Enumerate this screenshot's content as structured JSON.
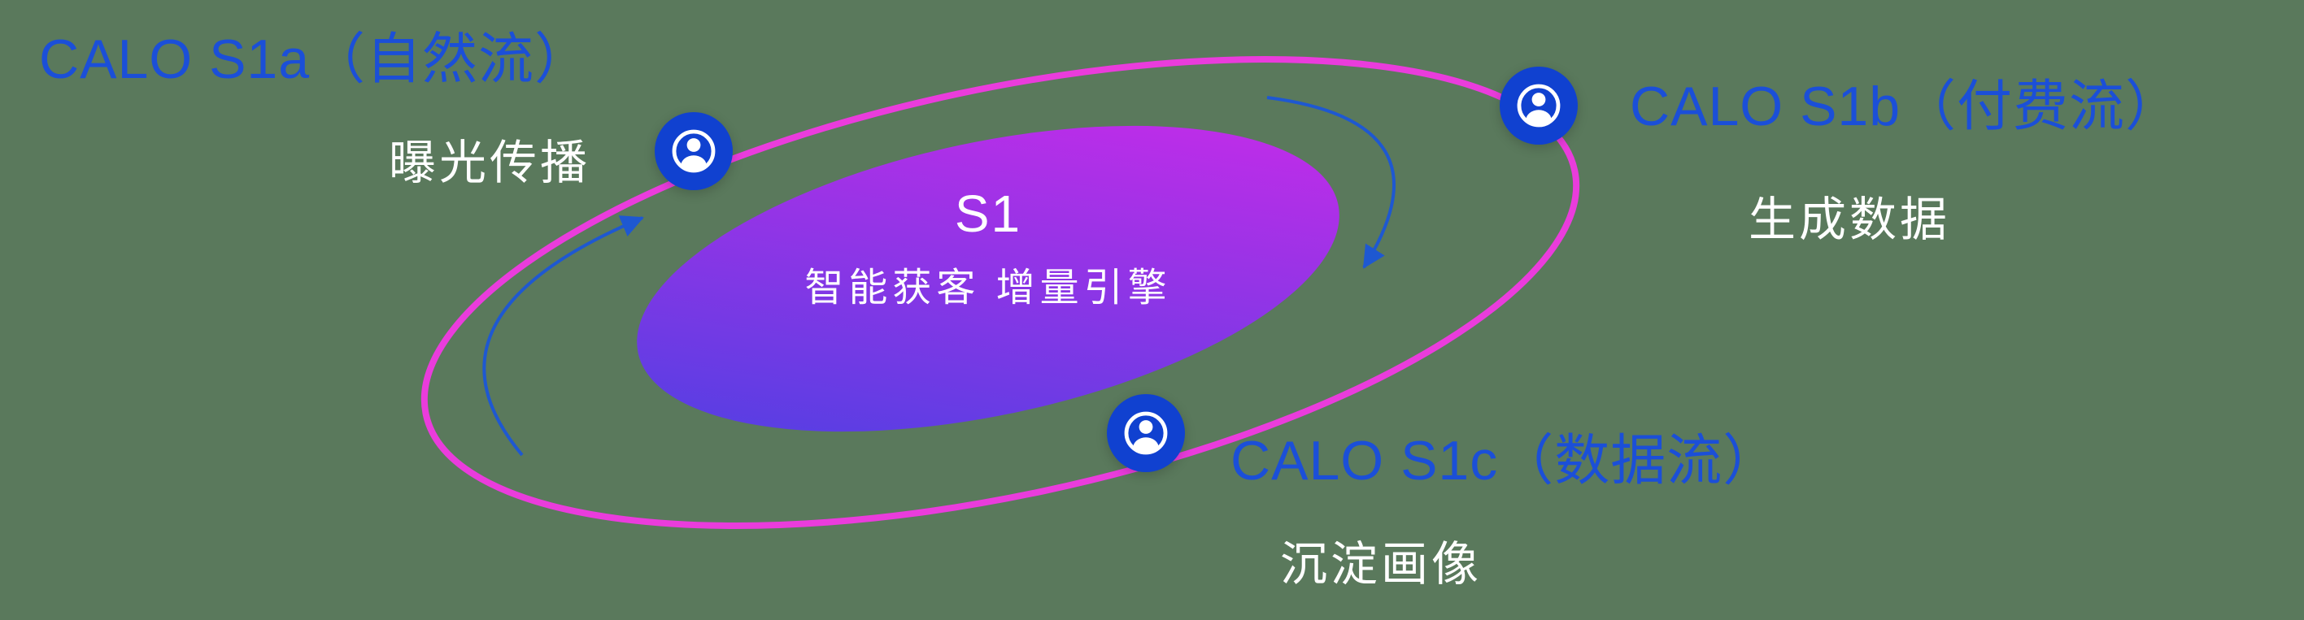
{
  "colors": {
    "background": "#5a795c",
    "accent_blue": "#1b4fd8",
    "node_blue": "#1041d0",
    "orbit_pink": "#ea3cdc",
    "arrow_blue": "#1b57d8",
    "gradient_blue": "#4741e2",
    "gradient_magenta": "#d02ae9",
    "text_white": "#ffffff"
  },
  "center": {
    "title": "S1",
    "subtitle": "智能获客  增量引擎"
  },
  "nodes": [
    {
      "id": "s1a",
      "label": "CALO S1a（自然流）",
      "sublabel": "曝光传播",
      "icon": "person-circle-icon"
    },
    {
      "id": "s1b",
      "label": "CALO S1b（付费流）",
      "sublabel": "生成数据",
      "icon": "person-circle-icon"
    },
    {
      "id": "s1c",
      "label": "CALO S1c（数据流）",
      "sublabel": "沉淀画像",
      "icon": "person-circle-icon"
    }
  ]
}
